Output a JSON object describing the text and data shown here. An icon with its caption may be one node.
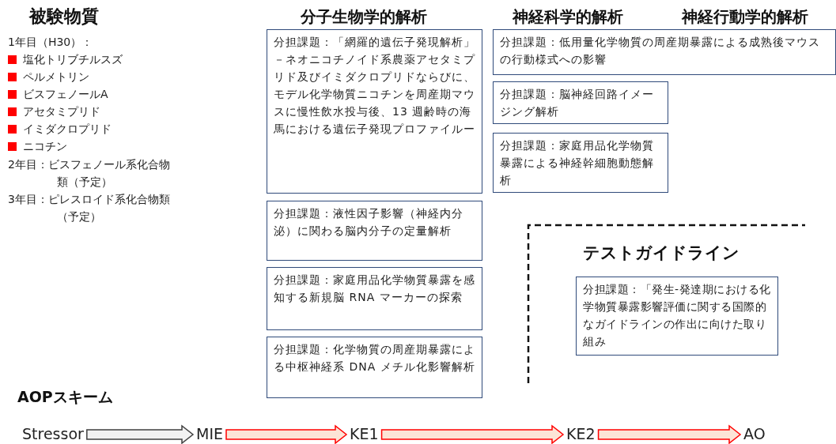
{
  "diagram": {
    "nodes": [
      {
        "text": [
          "分担課題：「網羅的遺伝子発現解析」－ネオニコチノイド系農薬アセタミプリド及びイミダクロプリドならびに、モデル化学物質ニコチンを周産期マウスに慢性飲水投与後、13 週齢時の海馬における遺伝子発現プロファイルー"
        ]
      },
      {
        "text": [
          "分担課題：低用量化学物質の周産期暴露による成熟後マウスの行動様式への影響"
        ]
      },
      {
        "text": [
          "分担課題：脳神経回路イメージング解析"
        ]
      },
      {
        "text": [
          "分担課題：家庭用品化学物質暴露による神経幹細胞動態解析"
        ]
      },
      {
        "text": [
          "分担課題：液性因子影響（神経内分泌）に関わる脳内分子の定量解析"
        ]
      },
      {
        "text": [
          "分担課題：家庭用品化学物質暴露を感知する新規脳 RNA マーカーの探索"
        ]
      },
      {
        "text": [
          "分担課題：化学物質の周産期暴露による中枢神経系 DNA メチル化影響解析"
        ]
      },
      {
        "text": [
          "分担課題：「発生-発達期における化学物質暴露影響評価に関する国際的なガイドラインの作出に向けた取り組み"
        ]
      },
      {
        "text": [
          "Stressor"
        ]
      },
      {
        "text": [
          "MIE"
        ]
      },
      {
        "text": [
          "KE1"
        ]
      },
      {
        "text": [
          "KE2"
        ]
      },
      {
        "text": [
          "AO"
        ]
      }
    ],
    "edges": [
      {
        "from": 8,
        "to": 9,
        "arrow": "to",
        "color": "#404040"
      },
      {
        "from": 9,
        "to": 10,
        "arrow": "to"
      },
      {
        "from": 10,
        "to": 11,
        "arrow": "to"
      },
      {
        "from": 11,
        "to": 12,
        "arrow": "to"
      }
    ],
    "labels": [
      "被験物質",
      "分子生物学的解析",
      "神経科学的解析",
      "神経行動学的解析",
      "1年目（H30）：",
      "塩化トリブチルスズ",
      "ペルメトリン",
      "ビスフェノールA",
      "アセタミプリド",
      "イミダクロプリド",
      "ニコチン",
      "2年目：ビスフェノール系化合物類（予定）",
      "3年目：ピレスロイド系化合物類（予定）",
      "テストガイドライン",
      "AOPスキーム"
    ]
  }
}
